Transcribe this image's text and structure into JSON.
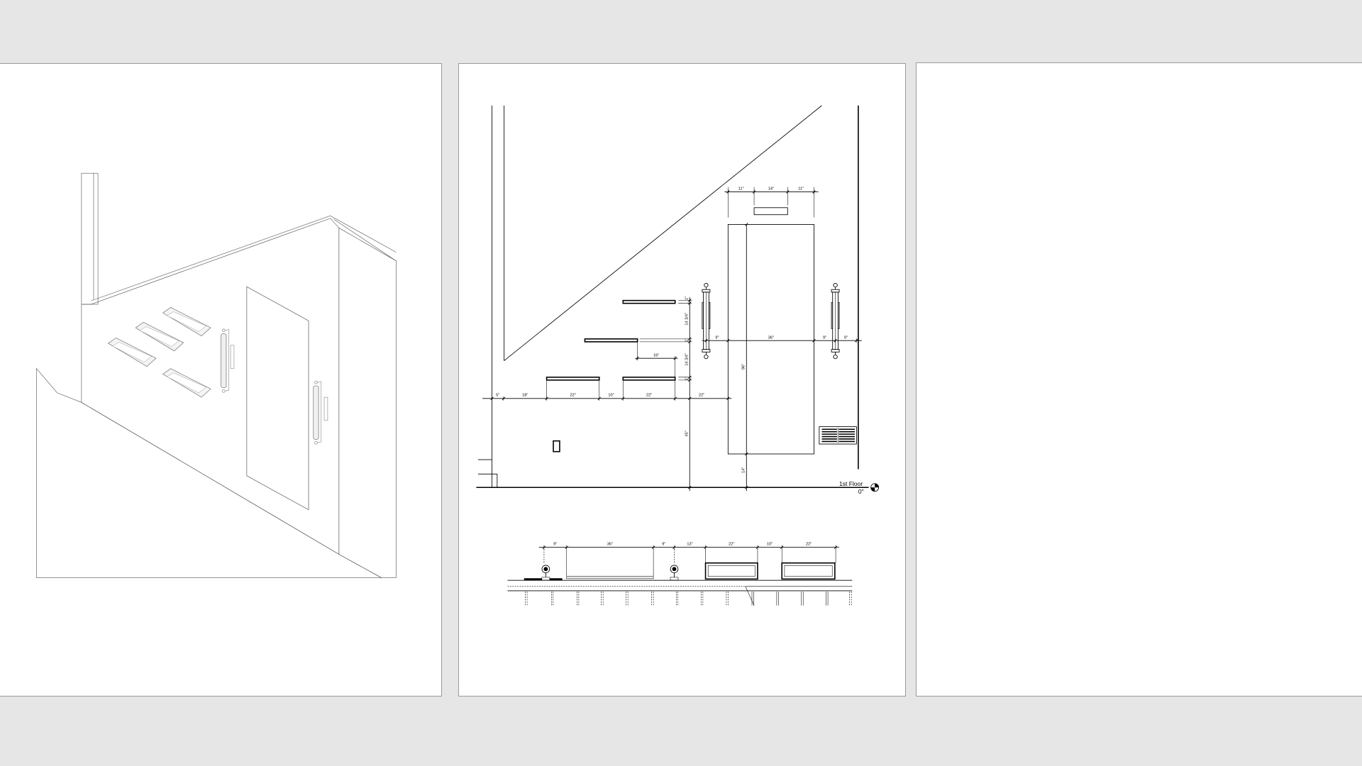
{
  "elevation": {
    "top_dims": [
      "11\"",
      "14\"",
      "11\""
    ],
    "base_dims": [
      "5\"",
      "18\"",
      "22\"",
      "10\"",
      "22\"",
      "22\""
    ],
    "door_dims": [
      "9\"",
      "36\"",
      "9\"",
      "9\""
    ],
    "shelf_gap_dim": "16\"",
    "vertical_dims": [
      "1\"",
      "14 3/4\"",
      "1\"",
      "14 3/4\"",
      "1\""
    ],
    "door_height": "96\"",
    "shelf_height": "45\"",
    "door_sill": "14\"",
    "level_name": "1st Floor",
    "level_elevation": "0\""
  },
  "plan": {
    "dims": [
      "9\"",
      "36\"",
      "9\"",
      "13\"",
      "22\"",
      "10\"",
      "22\""
    ]
  },
  "colors": {
    "background": "#e6e6e6",
    "sheet": "#ffffff",
    "line": "#000000"
  }
}
